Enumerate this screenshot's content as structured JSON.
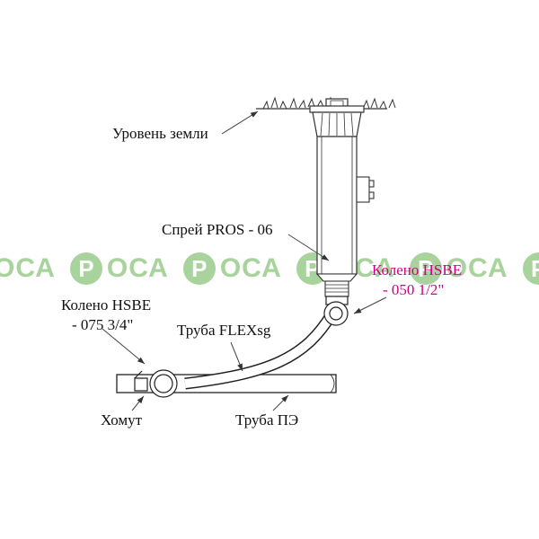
{
  "title": "Sprinkler installation diagram",
  "labels": {
    "ground_level": "Уровень земли",
    "spray": "Спрей PROS - 06",
    "elbow_right_1": "Колено HSBE",
    "elbow_right_2": "- 050 1/2\"",
    "elbow_left_1": "Колено HSBE",
    "elbow_left_2": "- 075 3/4\"",
    "flex_pipe": "Труба FLEXsg",
    "pe_pipe": "Труба ПЭ",
    "clamp": "Хомут"
  },
  "watermark": {
    "circle_letter": "Р",
    "rest": "ОСА",
    "color": "#a8d39c"
  },
  "colors": {
    "accent_label": "#cc0088",
    "line": "#333333",
    "background": "#ffffff"
  }
}
